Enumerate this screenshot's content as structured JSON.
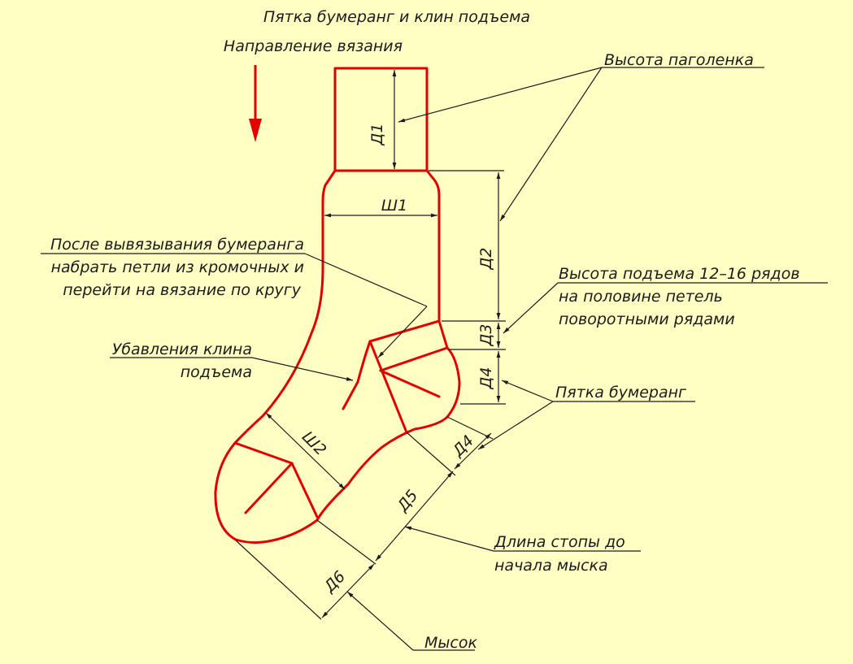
{
  "title": "Пятка бумеранг и клин подъема",
  "direction_label": "Направление вязания",
  "callouts": {
    "calf_height": "Высота паголенка",
    "instep_height_1": "Высота подъема 12–16 рядов",
    "instep_height_2": "на половине петель",
    "instep_height_3": "поворотными рядами",
    "after_boomerang_1": "После вывязывания бумеранга",
    "after_boomerang_2": "набрать петли из кромочных и",
    "after_boomerang_3": "перейти на вязание по кругу",
    "gusset_decreases_1": "Убавления клина",
    "gusset_decreases_2": "подъема",
    "boomerang_heel": "Пятка бумеранг",
    "foot_length_1": "Длина стопы до",
    "foot_length_2": "начала мыска",
    "toe": "Мысок"
  },
  "dimensions": {
    "d1": "Д1",
    "d2": "Д2",
    "d3": "Д3",
    "d4": "Д4",
    "d5": "Д5",
    "d6": "Д6",
    "w1": "Ш1",
    "w2": "Ш2"
  },
  "colors": {
    "background": "#ffffc4",
    "outline": "#e00000",
    "dimension": "#1c1c1c"
  }
}
